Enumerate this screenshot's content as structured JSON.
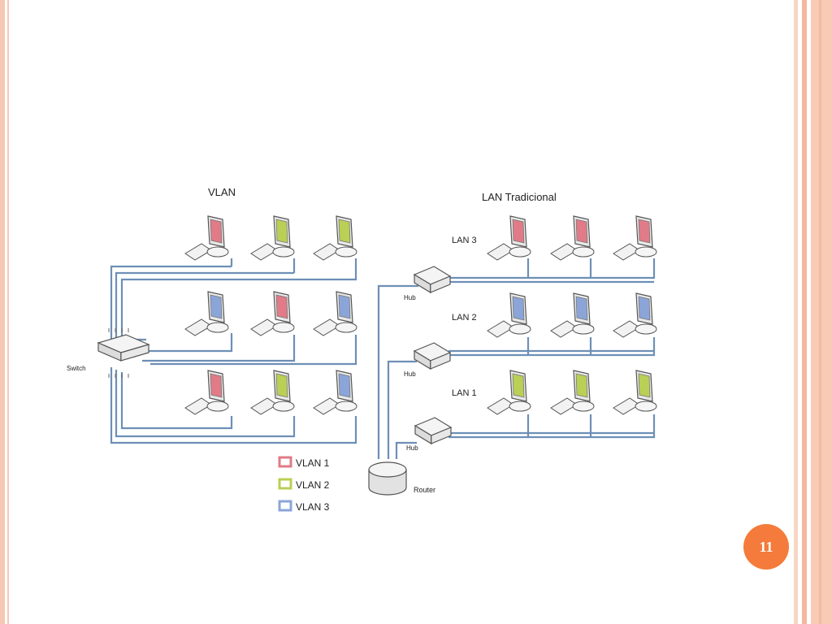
{
  "slide": {
    "page_number": "11"
  },
  "diagram": {
    "vlan_title": "VLAN",
    "lan_title": "LAN Tradicional",
    "switch_label": "Switch",
    "hub_label": "Hub",
    "router_label": "Router",
    "lan_labels": [
      "LAN 3",
      "LAN 2",
      "LAN 1"
    ],
    "legend": [
      {
        "label": "VLAN 1",
        "color": "#e07b87"
      },
      {
        "label": "VLAN 2",
        "color": "#b9cf55"
      },
      {
        "label": "VLAN 3",
        "color": "#8ba5d9"
      }
    ],
    "vlan_rows": [
      [
        "VLAN 1",
        "VLAN 2",
        "VLAN 2"
      ],
      [
        "VLAN 3",
        "VLAN 1",
        "VLAN 3"
      ],
      [
        "VLAN 1",
        "VLAN 2",
        "VLAN 3"
      ]
    ],
    "lan_rows": [
      [
        "VLAN 1",
        "VLAN 1",
        "VLAN 1"
      ],
      [
        "VLAN 3",
        "VLAN 3",
        "VLAN 3"
      ],
      [
        "VLAN 2",
        "VLAN 2",
        "VLAN 2"
      ]
    ]
  }
}
